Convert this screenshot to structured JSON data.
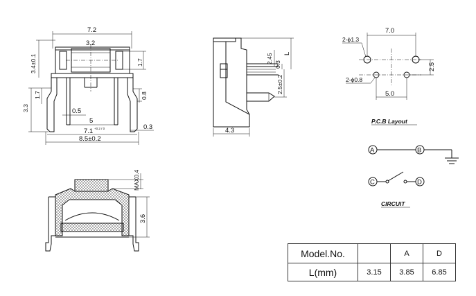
{
  "front_view": {
    "dim_width_top": "7.2",
    "dim_body_center": "3.2",
    "dim_height_left": "3.4±0.1",
    "dim_right_top": "1.7",
    "dim_left_leg": "3.3",
    "dim_left_inner": "1.7",
    "dim_right_small": "0.8",
    "dim_gap": "0.5",
    "dim_five": "5",
    "dim_pitch": "7.1",
    "dim_pitch_tol": "+0.2 / 0",
    "dim_foot": "0.3",
    "dim_total": "8.5±0.2"
  },
  "side_view": {
    "dim_245": "2.45",
    "dim_03": "0.3",
    "dim_L": "L",
    "dim_25": "2.5±0.2",
    "dim_43": "4.3"
  },
  "section_view": {
    "dim_max": "MAX0.4",
    "dim_36": "3.6"
  },
  "pcb_layout": {
    "dim_70": "7.0",
    "dim_25": "2.5",
    "dim_50": "5.0",
    "hole_large": "2-ϕ1.3",
    "hole_small": "2-ϕ0.8",
    "title": "P.C.B Layout"
  },
  "circuit": {
    "pin_a": "A",
    "pin_b": "B",
    "pin_c": "C",
    "pin_d": "D",
    "title": "CIRCUIT"
  },
  "model_table": {
    "header_model": "Model.No.",
    "header_l": "L(mm)",
    "col_blank": "",
    "col_a": "A",
    "col_d": "D",
    "val_1": "3.15",
    "val_2": "3.85",
    "val_3": "6.85"
  }
}
